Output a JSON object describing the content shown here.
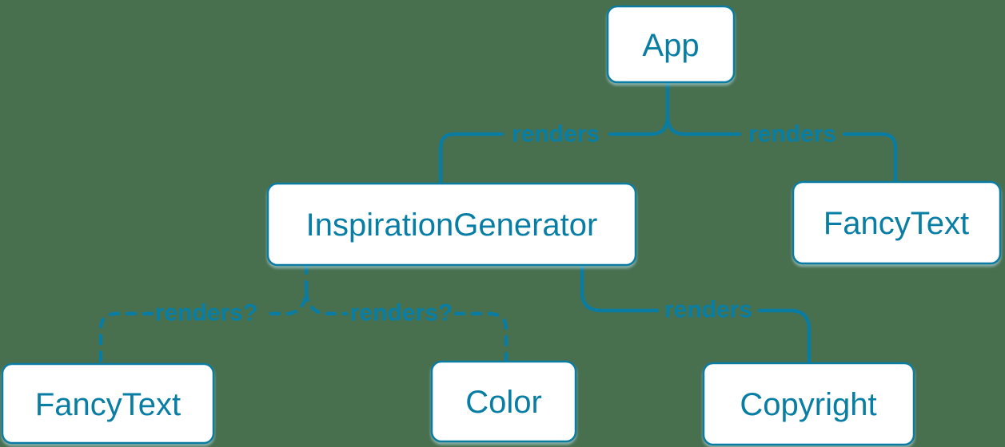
{
  "diagram_type": "react-component-render-tree",
  "colors": {
    "accent": "#087ea4",
    "node_fill": "#ffffff",
    "node_border": "#0a7ca2",
    "background": "#48704f"
  },
  "nodes": [
    {
      "id": "app",
      "label": "App"
    },
    {
      "id": "inspiration-generator",
      "label": "InspirationGenerator"
    },
    {
      "id": "fancy-text-top",
      "label": "FancyText"
    },
    {
      "id": "fancy-text-bottom",
      "label": "FancyText"
    },
    {
      "id": "color",
      "label": "Color"
    },
    {
      "id": "copyright",
      "label": "Copyright"
    }
  ],
  "edges": [
    {
      "from": "App",
      "to": "InspirationGenerator",
      "label": "renders",
      "style": "solid"
    },
    {
      "from": "App",
      "to": "FancyText",
      "label": "renders",
      "style": "solid"
    },
    {
      "from": "InspirationGenerator",
      "to": "FancyText",
      "label": "renders?",
      "style": "dashed"
    },
    {
      "from": "InspirationGenerator",
      "to": "Color",
      "label": "renders?",
      "style": "dashed"
    },
    {
      "from": "InspirationGenerator",
      "to": "Copyright",
      "label": "renders",
      "style": "solid"
    }
  ]
}
